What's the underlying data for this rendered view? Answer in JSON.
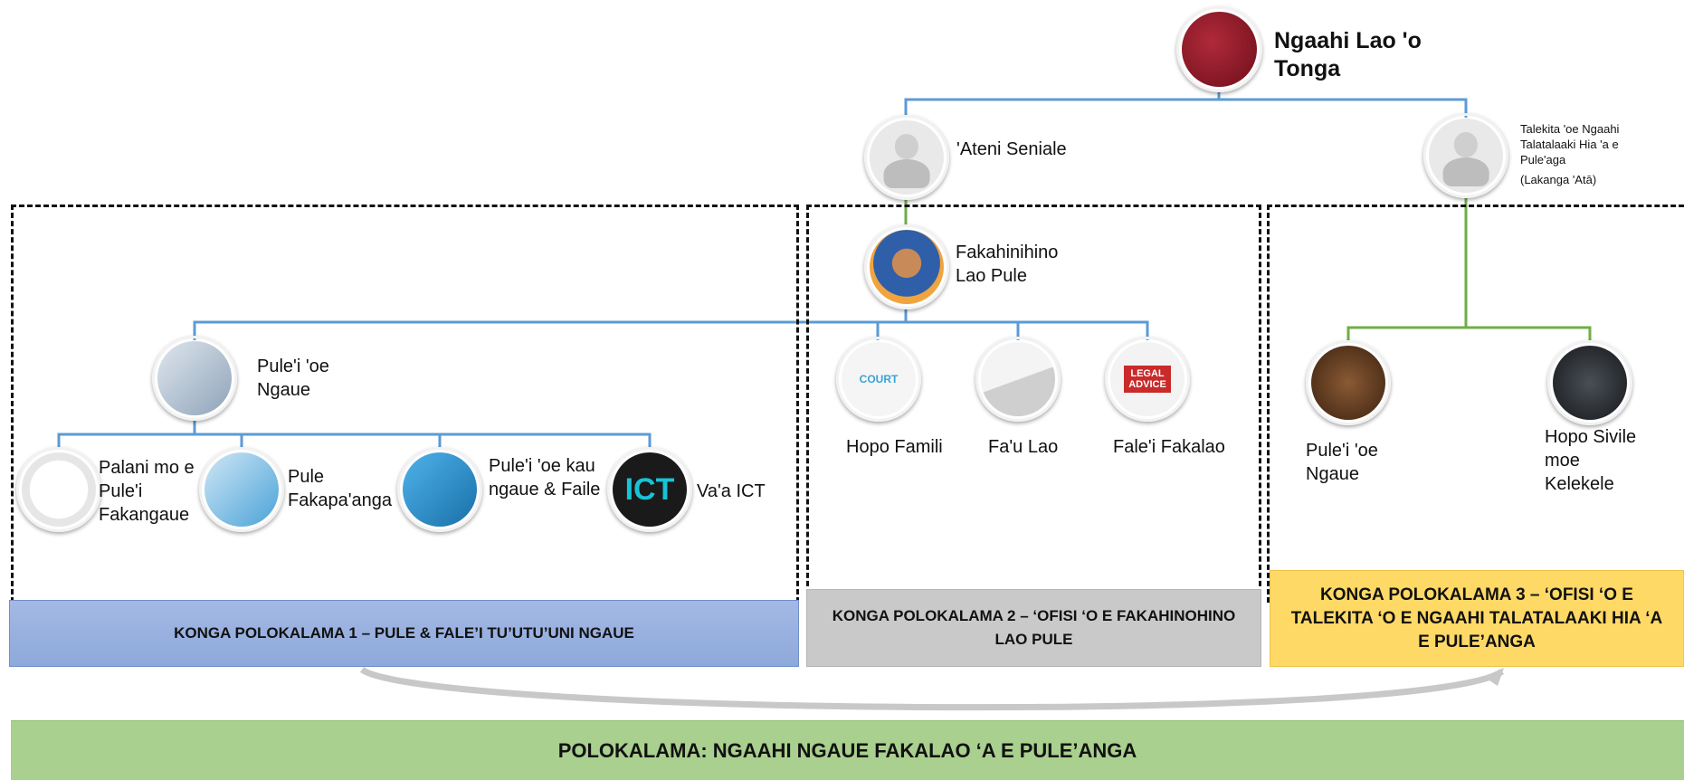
{
  "top": {
    "title": "Ngaahi Lao 'o Tonga"
  },
  "nodes": {
    "ateni": "'Ateni Seniale",
    "talekita_line1": "Talekita 'oe Ngaahi",
    "talekita_line2": "Talatalaaki Hia 'a e",
    "talekita_line3": "Pule'aga",
    "talekita_sub": "(Lakanga 'Atā)",
    "fakahinihino": "Fakahinihino Lao Pule",
    "pulei_ngaue_left": "Pule'i 'oe Ngaue",
    "palani": "Palani mo e Pule'i Fakangaue",
    "pule_fakapa": "Pule Fakapa'anga",
    "pulei_kau": "Pule'i 'oe kau ngaue & Faile",
    "vaa_ict": "Va'a ICT",
    "hopo_famili": "Hopo Famili",
    "fau_lao": "Fa'u Lao",
    "falei_fakalao": "Fale'i Fakalao",
    "pulei_ngaue_right": "Pule'i 'oe Ngaue",
    "hopo_sivile": "Hopo Sivile moe Kelekele"
  },
  "programs": {
    "p1": "KONGA POLOKALAMA 1 – PULE & FALE’I TU’UTU’UNI NGAUE",
    "p2": "KONGA POLOKALAMA 2 – ‘OFISI ‘O E FAKAHINOHINO LAO PULE",
    "p3": "KONGA POLOKALAMA 3 – ‘OFISI ‘O E TALEKITA ‘O E NGAAHI TALATALAAKI HIA ‘A E PULE’ANGA"
  },
  "icons": {
    "court_word": "COURT",
    "legal_advice": "LEGAL ADVICE",
    "ict": "ICT"
  },
  "footer": {
    "label": "POLOKALAMA: NGAAHI NGAUE FAKALAO ‘A E PULE’ANGA"
  },
  "colors": {
    "blue_line": "#5b9bd5",
    "green_line": "#70ad47",
    "prog1": "#8ea9db",
    "prog2": "#c9c9c9",
    "prog3": "#ffd966",
    "footer": "#a9d08e"
  }
}
